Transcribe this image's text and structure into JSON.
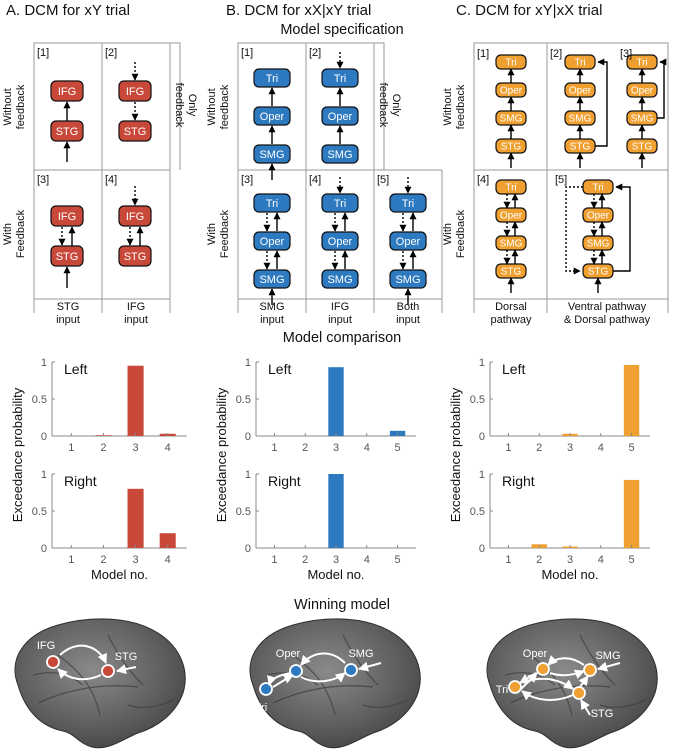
{
  "panels": {
    "a_title": "A. DCM for xY trial",
    "b_title": "B. DCM for xX|xY trial",
    "c_title": "C. DCM for xY|xX trial"
  },
  "sections": {
    "spec": "Model specification",
    "comparison": "Model comparison",
    "winning": "Winning model"
  },
  "row_labels": {
    "without_feedback": [
      "Without",
      "feedback"
    ],
    "with_feedback": [
      "With",
      "Feedback"
    ],
    "only_feedback": [
      "Only",
      "feedback"
    ]
  },
  "model_numbers": [
    "[1]",
    "[2]",
    "[3]",
    "[4]",
    "[5]"
  ],
  "regions": {
    "ifg": "IFG",
    "stg": "STG",
    "tri": "Tri",
    "oper": "Oper",
    "smg": "SMG"
  },
  "inputs": {
    "a": [
      [
        "STG",
        "input"
      ],
      [
        "IFG",
        "input"
      ]
    ],
    "b": [
      [
        "SMG",
        "input"
      ],
      [
        "IFG",
        "input"
      ],
      [
        "Both",
        "input"
      ]
    ],
    "c": [
      [
        "Dorsal",
        "pathway"
      ],
      [
        "Ventral pathway",
        "& Dorsal pathway"
      ]
    ]
  },
  "axis": {
    "ylabel": "Exceedance probability",
    "xlabel": "Model no.",
    "hemis": [
      "Left",
      "Right"
    ]
  },
  "colors": {
    "red": "#c8483a",
    "blue": "#2e7ac0",
    "orange": "#f0a030"
  },
  "chart_data": [
    {
      "type": "bar",
      "panel": "A",
      "hemisphere": "Left",
      "categories": [
        "1",
        "2",
        "3",
        "4"
      ],
      "values": [
        0.0,
        0.01,
        0.95,
        0.03
      ],
      "ylim": [
        0,
        1
      ],
      "yticks": [
        "0",
        "0.5",
        "1"
      ],
      "xlabel": "",
      "ylabel": "Exceedance probability"
    },
    {
      "type": "bar",
      "panel": "A",
      "hemisphere": "Right",
      "categories": [
        "1",
        "2",
        "3",
        "4"
      ],
      "values": [
        0.0,
        0.0,
        0.8,
        0.2
      ],
      "ylim": [
        0,
        1
      ],
      "yticks": [
        "0",
        "0.5",
        "1"
      ],
      "xlabel": "Model no.",
      "ylabel": "Exceedance probability"
    },
    {
      "type": "bar",
      "panel": "B",
      "hemisphere": "Left",
      "categories": [
        "1",
        "2",
        "3",
        "4",
        "5"
      ],
      "values": [
        0.0,
        0.0,
        0.93,
        0.0,
        0.07
      ],
      "ylim": [
        0,
        1
      ],
      "yticks": [
        "0",
        "0.5",
        "1"
      ],
      "xlabel": "",
      "ylabel": "Exceedance probability"
    },
    {
      "type": "bar",
      "panel": "B",
      "hemisphere": "Right",
      "categories": [
        "1",
        "2",
        "3",
        "4",
        "5"
      ],
      "values": [
        0.0,
        0.0,
        1.0,
        0.0,
        0.0
      ],
      "ylim": [
        0,
        1
      ],
      "yticks": [
        "0",
        "0.5",
        "1"
      ],
      "xlabel": "Model no.",
      "ylabel": "Exceedance probability"
    },
    {
      "type": "bar",
      "panel": "C",
      "hemisphere": "Left",
      "categories": [
        "1",
        "2",
        "3",
        "4",
        "5"
      ],
      "values": [
        0.0,
        0.0,
        0.03,
        0.0,
        0.96
      ],
      "ylim": [
        0,
        1
      ],
      "yticks": [
        "0",
        "0.5",
        "1"
      ],
      "xlabel": "",
      "ylabel": "Exceedance probability"
    },
    {
      "type": "bar",
      "panel": "C",
      "hemisphere": "Right",
      "categories": [
        "1",
        "2",
        "3",
        "4",
        "5"
      ],
      "values": [
        0.0,
        0.05,
        0.02,
        0.0,
        0.92
      ],
      "ylim": [
        0,
        1
      ],
      "yticks": [
        "0",
        "0.5",
        "1"
      ],
      "xlabel": "Model no.",
      "ylabel": "Exceedance probability"
    }
  ]
}
